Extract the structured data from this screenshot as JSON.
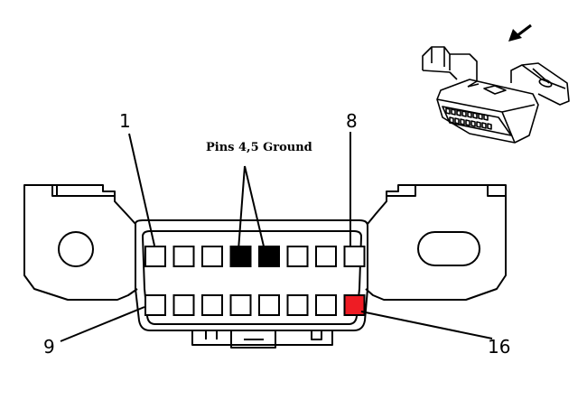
{
  "diagram": {
    "title_label": "Pins 4,5 Ground",
    "pin_labels": {
      "pin1": "1",
      "pin8": "8",
      "pin9": "9",
      "pin16": "16"
    },
    "top_row_pins": [
      {
        "pin": 1,
        "state": "normal"
      },
      {
        "pin": 2,
        "state": "normal"
      },
      {
        "pin": 3,
        "state": "normal"
      },
      {
        "pin": 4,
        "state": "ground"
      },
      {
        "pin": 5,
        "state": "ground"
      },
      {
        "pin": 6,
        "state": "normal"
      },
      {
        "pin": 7,
        "state": "normal"
      },
      {
        "pin": 8,
        "state": "normal"
      }
    ],
    "bottom_row_pins": [
      {
        "pin": 9,
        "state": "normal"
      },
      {
        "pin": 10,
        "state": "normal"
      },
      {
        "pin": 11,
        "state": "normal"
      },
      {
        "pin": 12,
        "state": "normal"
      },
      {
        "pin": 13,
        "state": "normal"
      },
      {
        "pin": 14,
        "state": "normal"
      },
      {
        "pin": 15,
        "state": "normal"
      },
      {
        "pin": 16,
        "state": "highlight"
      }
    ],
    "colors": {
      "ground": "#000000",
      "highlight": "#ee1c24",
      "normal": "#ffffff",
      "stroke": "#000000"
    }
  }
}
